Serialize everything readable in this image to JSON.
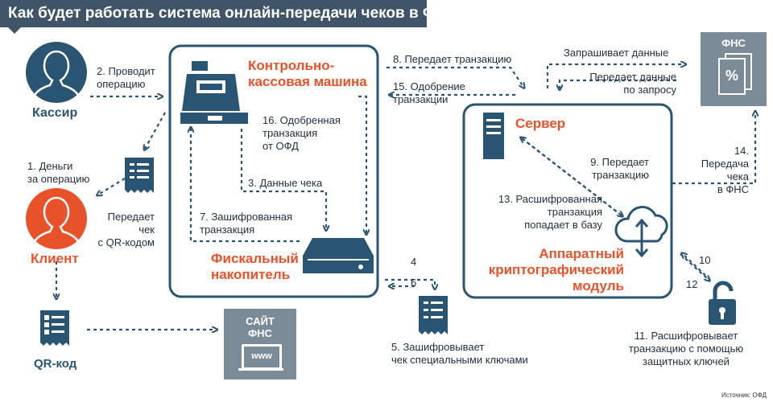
{
  "header": {
    "title": "Как будет работать система онлайн-передачи чеков в ФНС"
  },
  "actors": {
    "cashier": "Кассир",
    "client": "Клиент",
    "qr": "QR-код",
    "site_title": "САЙТ ФНС",
    "site_www": "www",
    "fns": "ФНС",
    "fns_glyph": "%"
  },
  "blocks": {
    "kkm": "Контрольно-\nкассовая машина",
    "fiscal": "Фискальный\nнакопитель",
    "server": "Сервер",
    "crypto": "Аппаратный\nкриптографический\nмодуль"
  },
  "steps": {
    "s1": "1. Деньги\nза операцию",
    "s2": "2. Проводит\nоперацию",
    "s_cheque": "Передает\nчек\nс QR-кодом",
    "s3": "3. Данные чека",
    "s4": "4",
    "s5": "5. Зашифровывает\nчек специальными ключами",
    "s6": "6",
    "s7": "7. Зашифрованная\nтранзакция",
    "s8": "8. Передает транзакцию",
    "s9": "9. Передает\nтранзакцию",
    "s10": "10",
    "s11": "11. Расшифровывает\nтранзакцию с помощью\nзащитных ключей",
    "s12": "12",
    "s13": "13. Расшифрованная\nтранзакция\nпопадает в базу",
    "s14": "14. Передача\nчека\nв ФНС",
    "s15": "15. Одобрение\nтранзакции",
    "s16": "16. Одобренная\nтранзакция\nот ОФД",
    "request": "Запрашивает данные",
    "response": "Передает данные\nпо запросу"
  },
  "source": "Источник: ОФД",
  "colors": {
    "navy": "#2a5572",
    "orange": "#e8522a",
    "gray": "#7c8b98",
    "header": "#3f5567"
  }
}
